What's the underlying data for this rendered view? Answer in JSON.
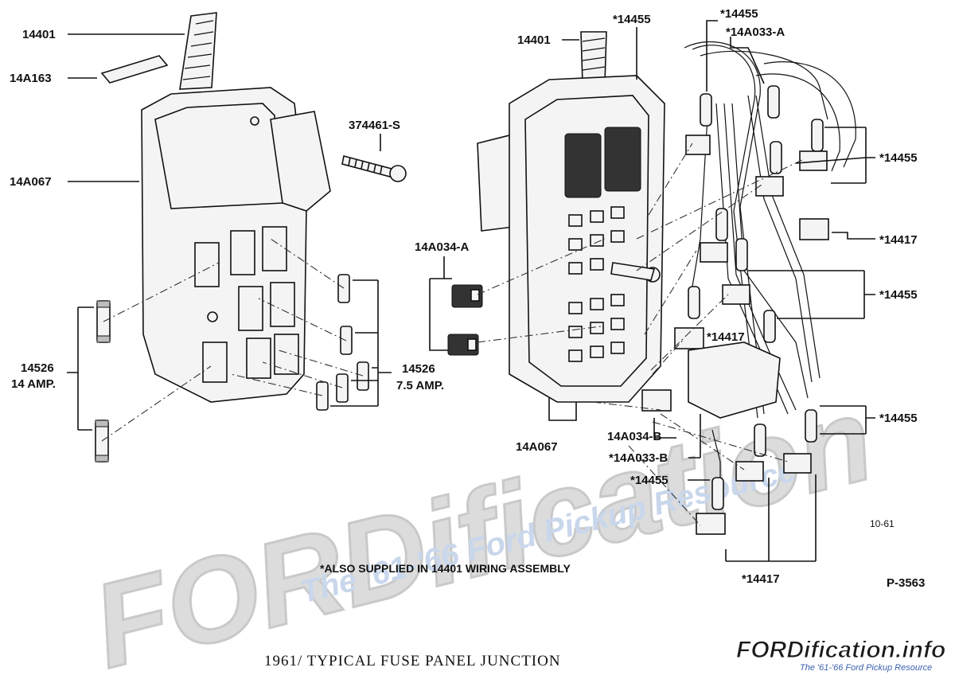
{
  "caption": "1961/ TYPICAL FUSE PANEL JUNCTION",
  "footnote": "*ALSO SUPPLIED IN 14401 WIRING ASSEMBLY",
  "date_code": "10-61",
  "plate_number": "P-3563",
  "watermark": {
    "main": "FORDification",
    "sub": "The '61-'66 Ford Pickup Resource"
  },
  "brand": {
    "title": "FORDification.info",
    "tagline": "The '61-'66 Ford Pickup Resource"
  },
  "labels": {
    "l_14401": "14401",
    "l_14A163": "14A163",
    "l_14A067": "14A067",
    "l_374461": "374461-S",
    "l_14526_a": "14526",
    "l_14amp": "14 AMP.",
    "l_14526_b": "14526",
    "l_75amp": "7.5 AMP.",
    "l_14A034A": "14A034-A",
    "r_14401": "14401",
    "r_14455_top1": "*14455",
    "r_14455_top2": "*14455",
    "r_14A033A": "*14A033-A",
    "r_14455_a": "*14455",
    "r_14417_a": "*14417",
    "r_14455_b": "*14455",
    "r_14417_mid": "*14417",
    "r_14455_c": "*14455",
    "r_14A067": "14A067",
    "r_14A034B": "14A034-B",
    "r_14A033B": "*14A033-B",
    "r_14455_d": "*14455",
    "r_14417_bottom": "*14417"
  },
  "colors": {
    "ink": "#111111",
    "watermark_grey": "#dcdcdc",
    "watermark_blue": "#c9d7ec",
    "brand_blue": "#3a5fb0"
  }
}
